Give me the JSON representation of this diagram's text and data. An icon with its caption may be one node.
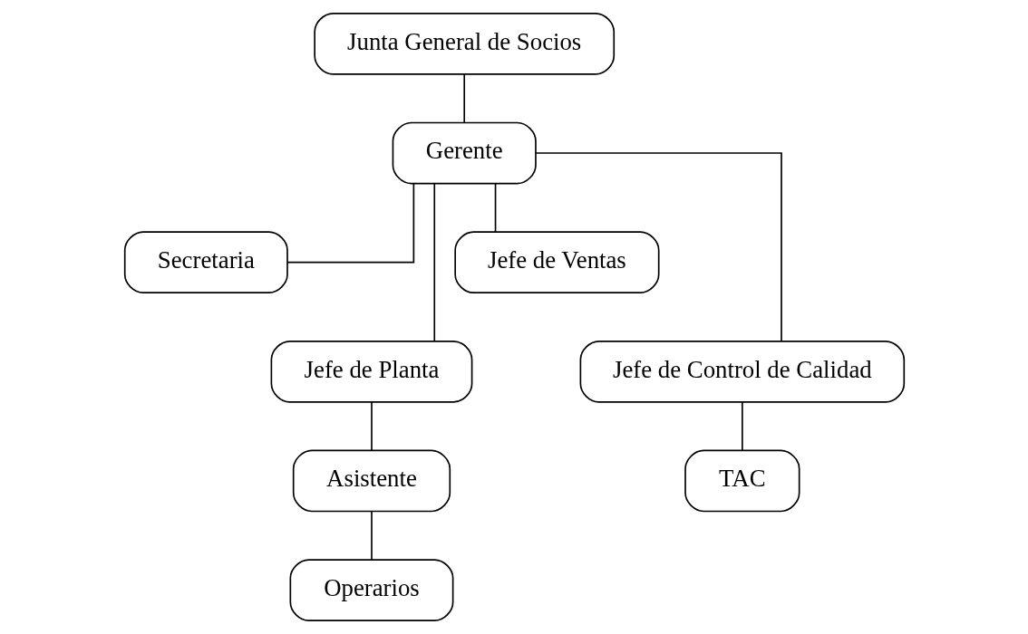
{
  "diagram": {
    "nodes": [
      {
        "text": [
          "Junta General de Socios"
        ]
      },
      {
        "text": [
          "Gerente"
        ]
      },
      {
        "text": [
          "Secretaria"
        ]
      },
      {
        "text": [
          "Jefe de Planta"
        ]
      },
      {
        "text": [
          "Jefe de Ventas"
        ]
      },
      {
        "text": [
          "Jefe de Control de Calidad"
        ]
      },
      {
        "text": [
          "Asistente"
        ]
      },
      {
        "text": [
          "TAC"
        ]
      },
      {
        "text": [
          "Operarios"
        ]
      }
    ],
    "edges": [
      {
        "from": 0,
        "to": 1,
        "arrow": "none"
      },
      {
        "from": 1,
        "to": 2,
        "arrow": "none"
      },
      {
        "from": 1,
        "to": 3,
        "arrow": "none"
      },
      {
        "from": 1,
        "to": 4,
        "arrow": "none"
      },
      {
        "from": 1,
        "to": 5,
        "arrow": "none"
      },
      {
        "from": 3,
        "to": 6,
        "arrow": "none"
      },
      {
        "from": 5,
        "to": 7,
        "arrow": "none"
      },
      {
        "from": 6,
        "to": 8,
        "arrow": "none"
      }
    ]
  }
}
